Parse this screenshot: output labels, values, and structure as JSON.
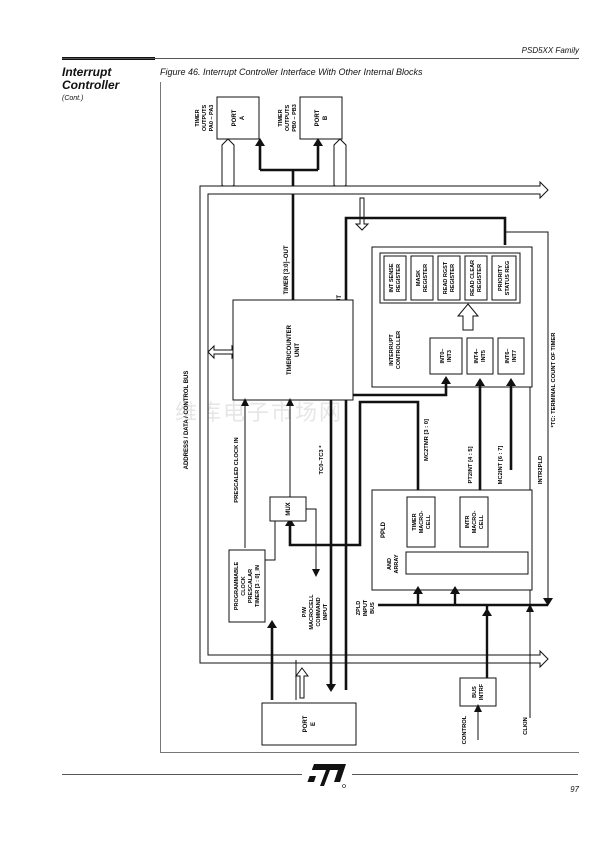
{
  "header": {
    "family": "PSD5XX Family"
  },
  "section": {
    "title_line1": "Interrupt",
    "title_line2": "Controller",
    "cont": "(Cont.)"
  },
  "figure": {
    "caption": "Figure 46.  Interrupt Controller Interface With Other Internal Blocks"
  },
  "footer": {
    "page_number": "97"
  },
  "watermark": "维库电子市场网",
  "diagram": {
    "port_a": [
      "PORT",
      "A"
    ],
    "port_b": [
      "PORT",
      "B"
    ],
    "timer_outputs_a": [
      "TIMER",
      "OUTPUTS",
      "PA0 – PA3"
    ],
    "timer_outputs_b": [
      "TIMER",
      "OUTPUTS",
      "PB0 – PB3"
    ],
    "timer_out": "TIMER [3:0]–OUT",
    "address_bus": "ADDRESS / DATA / CONTROL BUS",
    "intr_out": "INTR–OUT",
    "timer_counter": [
      "TIMER/COUNTER",
      "UNIT"
    ],
    "registers": [
      [
        "INT SENSE",
        "REGISTER"
      ],
      [
        "MASK",
        "REGISTER"
      ],
      [
        "READ RGST",
        "REGISTER"
      ],
      [
        "READ CLEAR",
        "REGISTER"
      ],
      [
        "PRIORITY",
        "STATUS REG"
      ]
    ],
    "interrupt_controller": [
      "INTERRUPT",
      "CONTROLLER"
    ],
    "int_groups": [
      [
        "INT0–",
        "INT3"
      ],
      [
        "INT4–",
        "INT5"
      ],
      [
        "INT6–",
        "INT7"
      ]
    ],
    "tc_note": "*TC: TERMINAL COUNT OF TIMER",
    "prescaled_clock_in": "PRESCALED CLOCK IN",
    "tc_label": "TC0–TC3 *",
    "mc2tmr": "MC2TMR [3 : 0]",
    "pt2int": "PT2INT [4 : 5]",
    "mc2int": "MC2INT [6 : 7]",
    "intr2pld": "INTR2PLD",
    "mux": "MUX",
    "ppld": "PPLD",
    "timer_macrocell": [
      "TIMER",
      "MACRO-",
      "CELL"
    ],
    "intr_macrocell": [
      "INTR",
      "MACRO-",
      "CELL"
    ],
    "and_array": [
      "AND",
      "ARRAY"
    ],
    "prescalar": [
      "PROGRAMMABLE",
      "CLOCK",
      "PRESCALAR"
    ],
    "prescalar_timer": "TIMER [3 : 0]_IN",
    "pw_macrocell": [
      "P/W",
      "MACROCELL",
      "COMMAND",
      "INPUT"
    ],
    "zpld_bus": [
      "ZPLD",
      "INPUT",
      "BUS"
    ],
    "port_e": [
      "PORT",
      "E"
    ],
    "bus_intrf": [
      "BUS",
      "INTRF"
    ],
    "control": "CONTROL",
    "clkin": "CLKIN"
  }
}
